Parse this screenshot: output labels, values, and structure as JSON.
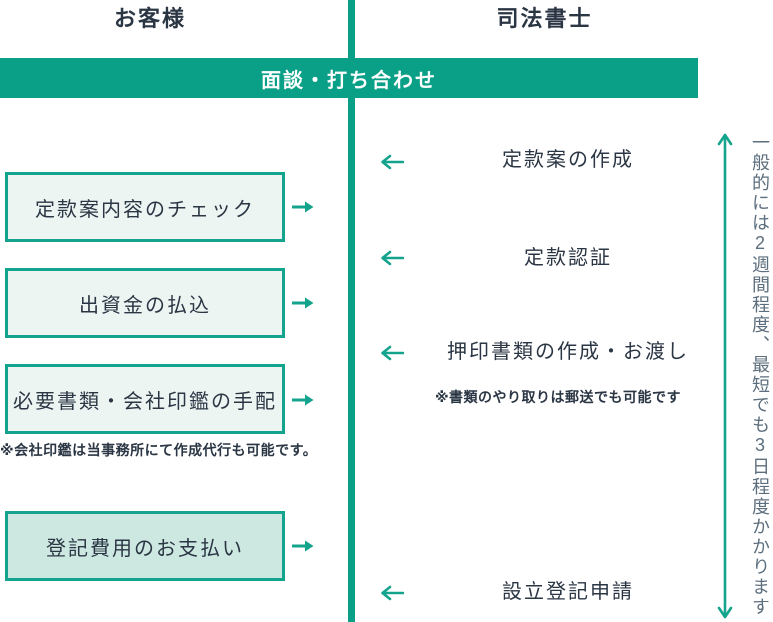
{
  "colors": {
    "teal": "#0a9f87",
    "dark_text": "#2b3644",
    "muted_text": "#5d6e7e",
    "box_bg_light": "#ecf5f2",
    "box_bg_dark": "#cde8e1",
    "banner_text": "#ffffff"
  },
  "columns": {
    "left_header": "お客様",
    "right_header": "司法書士"
  },
  "banner": {
    "label": "面談・打ち合わせ"
  },
  "customer_steps": [
    {
      "label": "定款案内容のチェック"
    },
    {
      "label": "出資金の払込"
    },
    {
      "label": "必要書類・会社印鑑の手配"
    },
    {
      "label": "登記費用のお支払い"
    }
  ],
  "customer_note": "※会社印鑑は当事務所にて作成代行も可能です。",
  "scrivener_steps": [
    {
      "label": "定款案の作成"
    },
    {
      "label": "定款認証"
    },
    {
      "label": "押印書類の作成・お渡し"
    },
    {
      "label": "設立登記申請"
    }
  ],
  "scrivener_note": "※書類のやり取りは郵送でも可能です",
  "duration_note": "一般的には2週間程度、最短でも3日程度かかります",
  "icons": {
    "right_arrow": "→",
    "left_arrow": "←",
    "vertical_double_arrow": "↕"
  }
}
